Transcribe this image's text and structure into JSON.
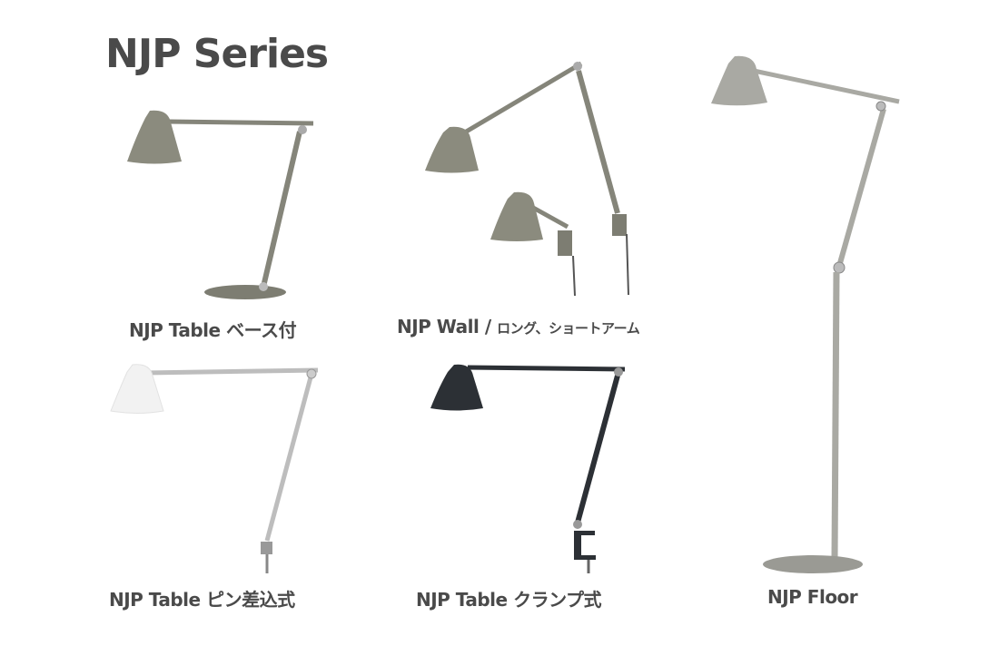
{
  "title": "NJP Series",
  "products": [
    {
      "name": "NJP Table",
      "variant": "ベース付"
    },
    {
      "name": "NJP Wall /",
      "variant": "ロング、ショートアーム"
    },
    {
      "name": "NJP Table",
      "variant": "ピン差込式"
    },
    {
      "name": "NJP Table",
      "variant": "クランプ式"
    },
    {
      "name": "NJP Floor",
      "variant": ""
    }
  ],
  "colors": {
    "text": "#4a4a4a",
    "olive": "#8b8b7e",
    "white": "#f2f2f2",
    "silver": "#b8b8b8",
    "black": "#2c3035",
    "lightgray": "#a9a9a3"
  }
}
